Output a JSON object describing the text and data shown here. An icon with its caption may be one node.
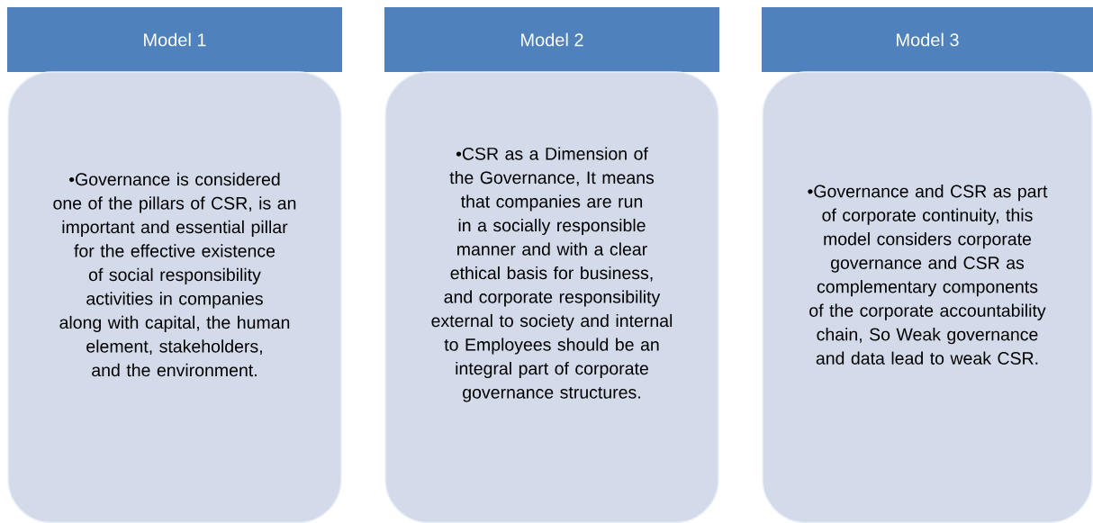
{
  "diagram": {
    "nodes": [
      {
        "text": [
          "Model 1"
        ]
      },
      {
        "text": [
          "•Governance is considered one of the pillars of CSR, is an important and essential pillar for the effective existence of social responsibility activities in companies along with capital, the human element, stakeholders, and the environment."
        ]
      },
      {
        "text": [
          "Model 2"
        ]
      },
      {
        "text": [
          "•CSR as a Dimension of the Governance, It means that companies are run in a socially responsible manner and with a clear ethical basis for business, and corporate responsibility external to society and internal to Employees should be an integral part of corporate governance structures."
        ]
      },
      {
        "text": [
          "Model 3"
        ]
      },
      {
        "text": [
          "•Governance and CSR as part of corporate continuity, this model considers corporate governance and CSR as complementary components of the corporate accountability chain, So Weak governance and data lead to weak CSR."
        ]
      }
    ]
  }
}
